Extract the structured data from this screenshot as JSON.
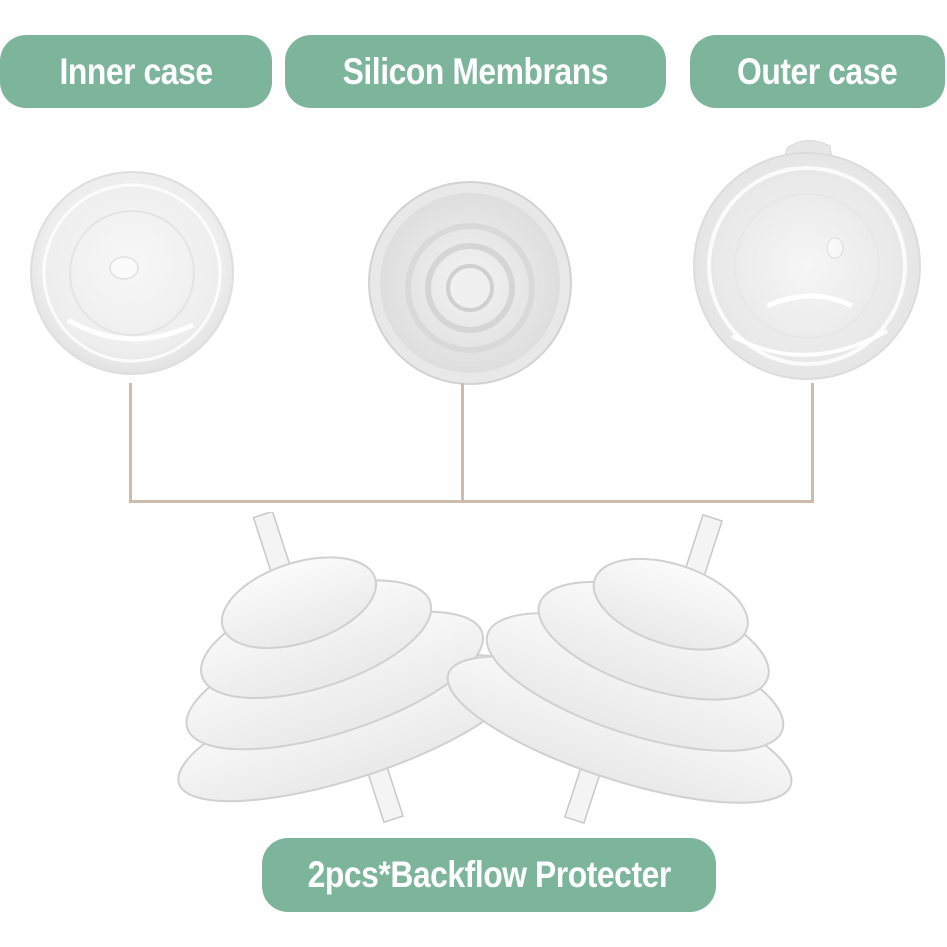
{
  "labels": {
    "inner_case": "Inner case",
    "silicon_membrane": "Silicon Membrans",
    "outer_case": "Outer case",
    "backflow_protector": "2pcs*Backflow Protecter"
  },
  "colors": {
    "label_background": "#7db59c",
    "label_text": "#ffffff",
    "connector_line": "#cdbcab",
    "background": "#ffffff"
  },
  "icons": {
    "inner_case": "clear-disc-icon",
    "silicon_membrane": "white-ringed-membrane-icon",
    "outer_case": "clear-cap-icon",
    "backflow_protector": "backflow-protector-pair-icon"
  }
}
